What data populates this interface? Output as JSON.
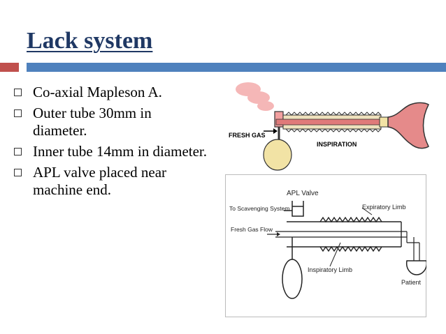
{
  "slide": {
    "title": "Lack system",
    "bullets": [
      "Co-axial Mapleson A.",
      "Outer tube 30mm in diameter.",
      "Inner tube 14mm in diameter.",
      "APL valve placed near machine end."
    ]
  },
  "figure_top": {
    "fresh_gas_label": "FRESH GAS",
    "inspiration_label": "INSPIRATION"
  },
  "figure_bottom": {
    "apl_valve_label": "APL Valve",
    "scavenging_label": "To Scavenging System",
    "fresh_gas_flow_label": "Fresh Gas Flow",
    "expiratory_limb_label": "Expiratory Limb",
    "inspiratory_limb_label": "Inspiratory Limb",
    "patient_label": "Patient"
  },
  "colors": {
    "title": "#1f3864",
    "accent_red": "#c0504d",
    "accent_blue": "#4f81bd",
    "tube_outer": "#e8d7b0",
    "tube_inner": "#e07a7a",
    "mask": "#e58a8a",
    "bag": "#f2e3a5"
  }
}
